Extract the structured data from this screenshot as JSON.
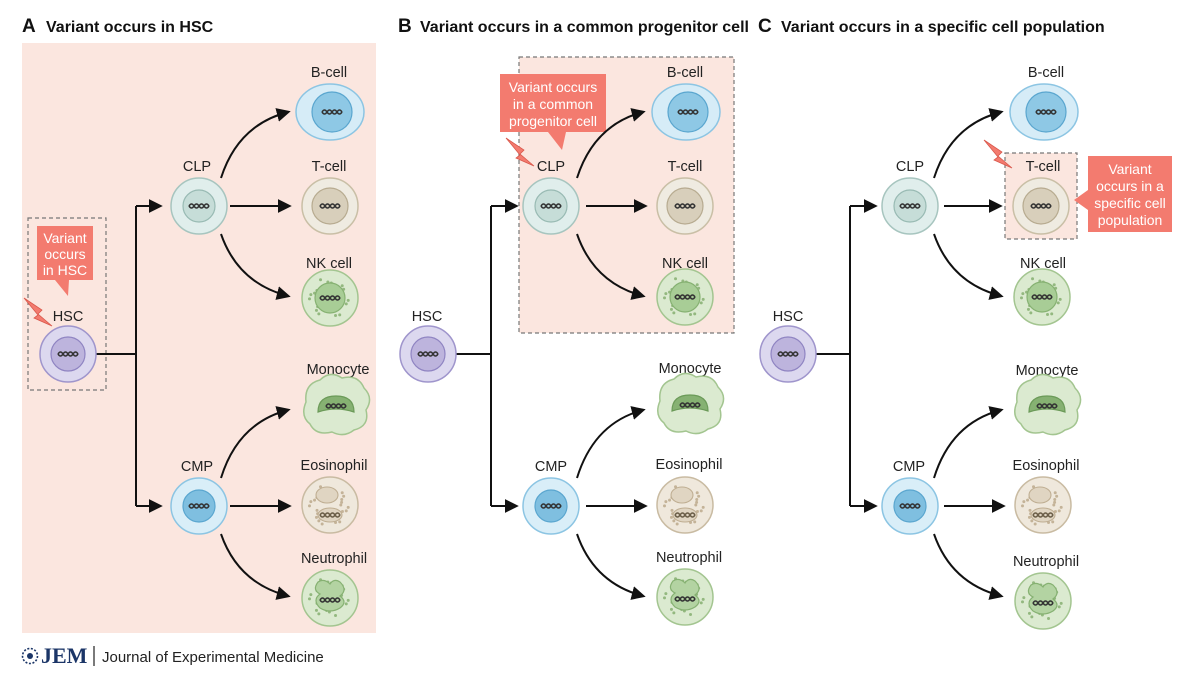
{
  "panels": [
    {
      "letter": "A",
      "title": "Variant occurs in HSC",
      "callout": [
        "Variant",
        "occurs",
        "in HSC"
      ],
      "cells": {
        "hsc": "HSC",
        "clp": "CLP",
        "cmp": "CMP",
        "bcell": "B-cell",
        "tcell": "T-cell",
        "nkcell": "NK cell",
        "monocyte": "Monocyte",
        "eosinophil": "Eosinophil",
        "neutrophil": "Neutrophil"
      }
    },
    {
      "letter": "B",
      "title": "Variant occurs in a common progenitor cell",
      "callout": [
        "Variant occurs",
        "in a common",
        "progenitor cell"
      ],
      "cells": {
        "hsc": "HSC",
        "clp": "CLP",
        "cmp": "CMP",
        "bcell": "B-cell",
        "tcell": "T-cell",
        "nkcell": "NK cell",
        "monocyte": "Monocyte",
        "eosinophil": "Eosinophil",
        "neutrophil": "Neutrophil"
      }
    },
    {
      "letter": "C",
      "title": "Variant occurs in a specific cell population",
      "callout": [
        "Variant",
        "occurs in a",
        "specific cell",
        "population"
      ],
      "cells": {
        "hsc": "HSC",
        "clp": "CLP",
        "cmp": "CMP",
        "bcell": "B-cell",
        "tcell": "T-cell",
        "nkcell": "NK cell",
        "monocyte": "Monocyte",
        "eosinophil": "Eosinophil",
        "neutrophil": "Neutrophil"
      }
    }
  ],
  "footer": {
    "journal_abbr": "JEM",
    "journal_name": "Journal of Experimental Medicine"
  },
  "colors": {
    "highlight": "#fbe6df",
    "callout": "#f37b6f",
    "hsc": "#c9c3e3",
    "progenitor": "#cfe3df",
    "lymphoid_b": "#cfe8f5",
    "lymphoid_t": "#e9e3d5",
    "nk": "#cfe2c3",
    "myeloid": "#cfe2c3"
  }
}
